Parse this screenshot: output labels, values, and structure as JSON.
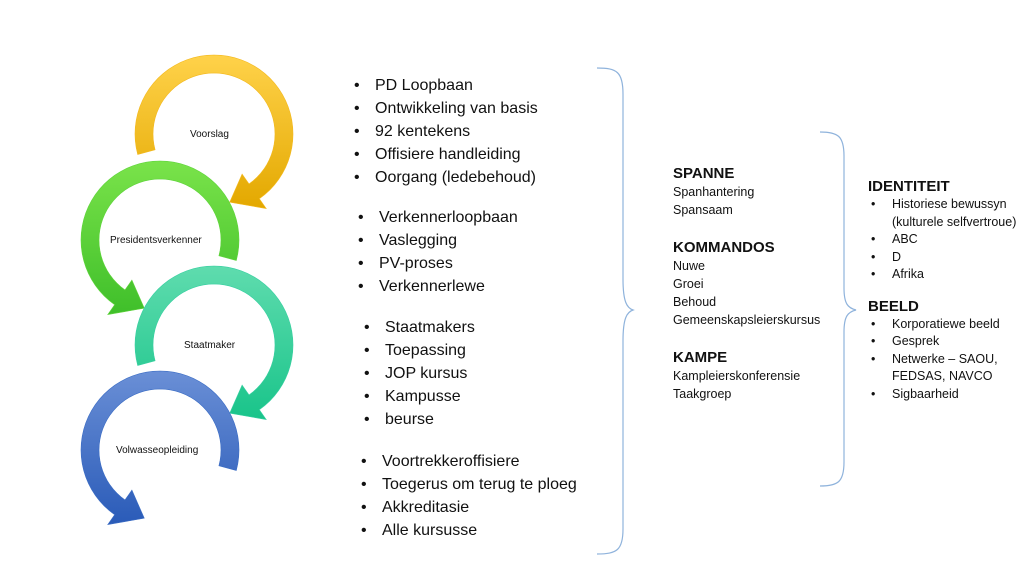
{
  "stages": [
    {
      "label": "Voorslag",
      "color": "#f3b81d"
    },
    {
      "label": "Presidentsverkenner",
      "color": "#5ed43a"
    },
    {
      "label": "Staatmaker",
      "color": "#36cfa0"
    },
    {
      "label": "Volwasseopleiding",
      "color": "#3a6cc4"
    }
  ],
  "lists": [
    [
      "PD Loopbaan",
      "Ontwikkeling van basis",
      "92 kentekens",
      "Offisiere handleiding",
      "Oorgang (ledebehoud)"
    ],
    [
      "Verkennerloopbaan",
      "Vaslegging",
      "PV-proses",
      "Verkennerlewe"
    ],
    [
      "Staatmakers",
      "Toepassing",
      "JOP kursus",
      "Kampusse",
      "beurse"
    ],
    [
      "Voortrekkeroffisiere",
      "Toegerus om terug te ploeg",
      "Akkreditasie",
      "Alle kursusse"
    ]
  ],
  "middle": {
    "groups": [
      {
        "heading": "SPANNE",
        "lines": [
          "Spanhantering",
          "Spansaam"
        ]
      },
      {
        "heading": "KOMMANDOS",
        "lines": [
          "Nuwe",
          "Groei",
          "Behoud",
          "Gemeenskapsleierskursus"
        ]
      },
      {
        "heading": "KAMPE",
        "lines": [
          "Kampleierskonferensie",
          "Taakgroep"
        ]
      }
    ]
  },
  "right": {
    "groups": [
      {
        "heading": "IDENTITEIT",
        "items": [
          "Historiese bewussyn (kulturele selfvertroue)",
          "ABC",
          "D",
          "Afrika"
        ]
      },
      {
        "heading": "BEELD",
        "items": [
          "Korporatiewe beeld",
          "Gesprek",
          "Netwerke – SAOU, FEDSAS, NAVCO",
          "Sigbaarheid"
        ]
      }
    ]
  },
  "brace_color": "#8fb3dc"
}
